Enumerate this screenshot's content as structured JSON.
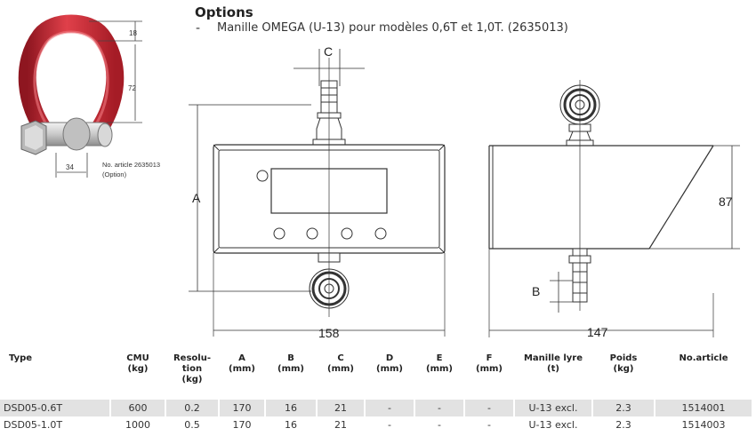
{
  "options": {
    "title": "Options",
    "dash": "-",
    "text": "Manille OMEGA (U-13) pour modèles 0,6T et 1,0T. (2635013)"
  },
  "shackle": {
    "dim_top": "18",
    "dim_height": "72",
    "dim_width": "34",
    "article_line1": "No. article 2635013",
    "article_line2": "(Option)"
  },
  "front_view": {
    "label_c": "C",
    "label_a": "A",
    "width": "158"
  },
  "side_view": {
    "height": "87",
    "label_b": "B",
    "width": "147"
  },
  "table": {
    "headers": [
      [
        "Type"
      ],
      [
        "CMU",
        "(kg)"
      ],
      [
        "Resolu-",
        "tion",
        "(kg)"
      ],
      [
        "A",
        "(mm)"
      ],
      [
        "B",
        "(mm)"
      ],
      [
        "C",
        "(mm)"
      ],
      [
        "D",
        "(mm)"
      ],
      [
        "E",
        "(mm)"
      ],
      [
        "F",
        "(mm)"
      ],
      [
        "Manille lyre",
        "(t)"
      ],
      [
        "Poids",
        "(kg)"
      ],
      [
        "No.article"
      ]
    ],
    "rows": [
      [
        "DSD05-0.6T",
        "600",
        "0.2",
        "170",
        "16",
        "21",
        "-",
        "-",
        "-",
        "U-13 excl.",
        "2.3",
        "1514001"
      ],
      [
        "DSD05-1.0T",
        "1000",
        "0.5",
        "170",
        "16",
        "21",
        "-",
        "-",
        "-",
        "U-13 excl.",
        "2.3",
        "1514003"
      ]
    ]
  }
}
